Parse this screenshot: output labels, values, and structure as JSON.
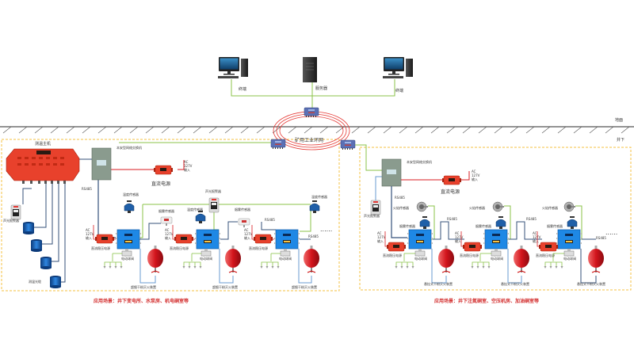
{
  "colors": {
    "ring_red": "#e53935",
    "ethernet_green": "#8bc34a",
    "rs485_blue": "#34507a",
    "power_red": "#d81b20",
    "zone_border": "#f5c242",
    "device_blue": "#1e88e5",
    "controller_red": "#e8412c",
    "switch_gray": "#8a9b8e",
    "scenario_text": "#d32f2f"
  },
  "top": {
    "terminal_left": "终端",
    "server": "服务器",
    "terminal_right": "终端"
  },
  "ground": {
    "surface": "地面",
    "underground": "井下"
  },
  "ring": {
    "label": "矿用工业环网"
  },
  "left_zone": {
    "host": "测温主机",
    "alarm": "声光报警器",
    "optical_cable": "测温光缆",
    "switch": "本安型网络交换机",
    "dc_power": "直流电源",
    "ac_input": [
      "AC",
      "127V",
      "输入"
    ],
    "rs485": "RS485",
    "temp_sensor": "温度传感器",
    "smoke_sensor": "烟雾传感器",
    "alarm2": "声光报警器",
    "dc_reg_power": "直流稳压电源",
    "solenoid_valve": "电动球阀",
    "extinguisher": "超细干粉灭火装置",
    "ellipsis": "......",
    "scenario": "应用场景：井下变电所、水泵房、机电硐室等"
  },
  "right_zone": {
    "switch": "本安型网络交换机",
    "dc_power": "直流电源",
    "ac_input": [
      "AC",
      "127V",
      "输入"
    ],
    "rs485": "RS485",
    "alarm": "声光报警器",
    "flame_sensor": "火焰传感器",
    "smoke_sensor": "烟雾传感器",
    "dc_reg_power": "直流稳压电源",
    "solenoid_valve": "电动球阀",
    "extinguisher": "悬挂式干粉灭火装置",
    "ellipsis": "......",
    "scenario": "应用场景：井下注氮硐室、空压机房、加油硐室等"
  }
}
